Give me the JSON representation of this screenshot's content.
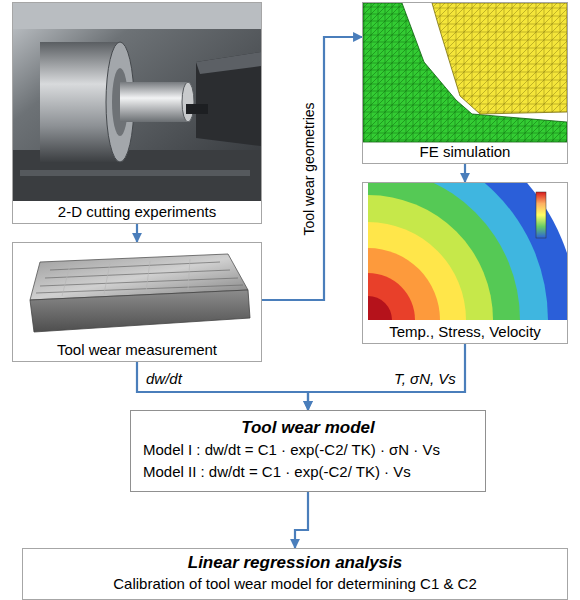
{
  "diagram": {
    "nodes": [
      {
        "text": [
          "2-D cutting experiments"
        ]
      },
      {
        "text": [
          "FE simulation"
        ]
      },
      {
        "text": [
          "Tool wear measurement"
        ]
      },
      {
        "text": [
          "Temp., Stress, Velocity"
        ]
      },
      {
        "text": [
          "Tool wear model",
          "Model I : dw/dt = C1 · exp(-C2/ TK) · σN · Vs",
          "Model II : dw/dt = C1 · exp(-C2/ TK) · Vs"
        ]
      },
      {
        "text": [
          "Linear regression analysis",
          "Calibration of tool wear model for determining C1 & C2"
        ]
      }
    ],
    "edges": [
      {
        "from": 0,
        "to": 2,
        "arrow": "to"
      },
      {
        "from": 2,
        "to": 1,
        "arrow": "to",
        "label": "Tool wear geometries"
      },
      {
        "from": 1,
        "to": 3,
        "arrow": "to"
      },
      {
        "from": 2,
        "to": 4,
        "arrow": "to",
        "label": "dw/dt"
      },
      {
        "from": 3,
        "to": 4,
        "arrow": "to",
        "label": "T, σN, Vs"
      },
      {
        "from": 4,
        "to": 5,
        "arrow": "to"
      }
    ]
  }
}
